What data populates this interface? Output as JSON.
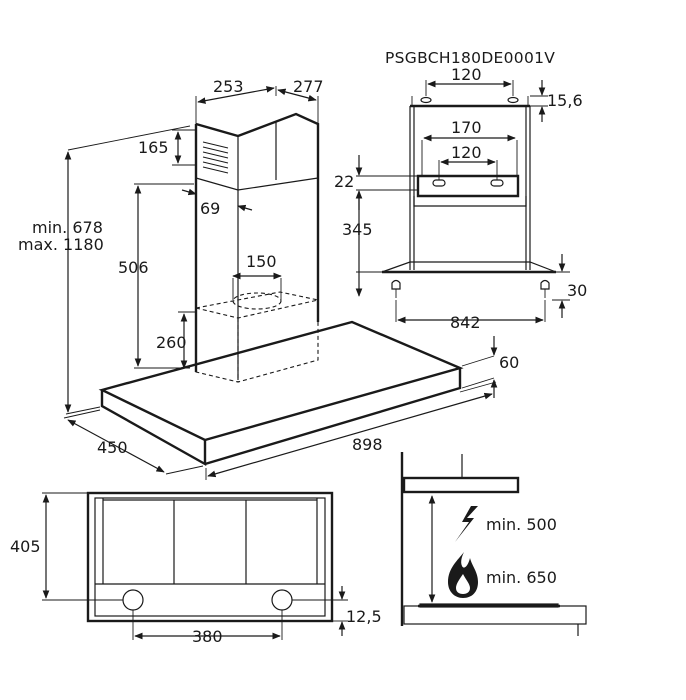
{
  "product_code": "PSGBCH180DE0001V",
  "main_view": {
    "chimney_width": "253",
    "chimney_depth": "277",
    "chimney_vent_height": "165",
    "chimney_offset": "69",
    "height_min": "min. 678",
    "height_max": "max. 1180",
    "lower_chimney_height": "506",
    "outlet_diameter": "150",
    "motor_box_height": "260",
    "canopy_thickness": "60",
    "canopy_depth": "450",
    "canopy_width": "898"
  },
  "bracket_view": {
    "top_hole_spacing": "120",
    "top_offset": "15,6",
    "bracket_width": "170",
    "bracket_hole_spacing": "120",
    "bracket_offset": "22",
    "bracket_height": "345",
    "bottom_offset": "30",
    "hole_span": "842"
  },
  "bottom_view": {
    "depth": "405",
    "light_spacing": "380",
    "edge_offset": "12,5"
  },
  "clearance_view": {
    "electric_min": "min. 500",
    "gas_min": "min. 650"
  }
}
